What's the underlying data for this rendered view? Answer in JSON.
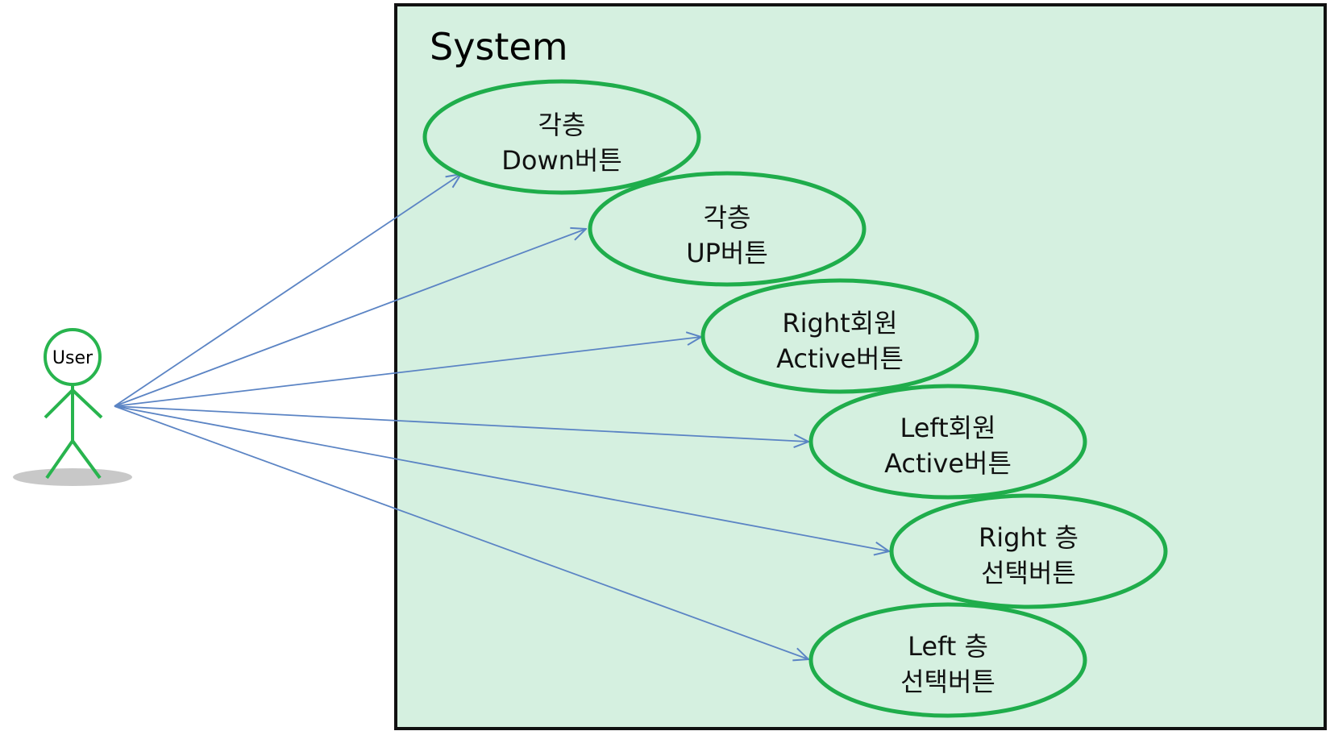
{
  "system": {
    "title": "System"
  },
  "actor": {
    "label": "User"
  },
  "use_cases": [
    {
      "id": "down",
      "line1": "각층",
      "line2": "Down버튼"
    },
    {
      "id": "up",
      "line1": "각층",
      "line2": "UP버튼"
    },
    {
      "id": "right-member",
      "line1": "Right회원",
      "line2": "Active버튼"
    },
    {
      "id": "left-member",
      "line1": "Left회원",
      "line2": "Active버튼"
    },
    {
      "id": "right-floor",
      "line1": "Right 층",
      "line2": "선택버튼"
    },
    {
      "id": "left-floor",
      "line1": "Left 층",
      "line2": "선택버튼"
    }
  ],
  "colors": {
    "system_fill": "#d5f0e0",
    "system_border": "#111111",
    "use_case_stroke": "#1fad4b",
    "use_case_fill": "#d5f0e0",
    "actor_stroke": "#28b44e",
    "association": "#5b84c4",
    "shadow": "#c8c8c8"
  }
}
